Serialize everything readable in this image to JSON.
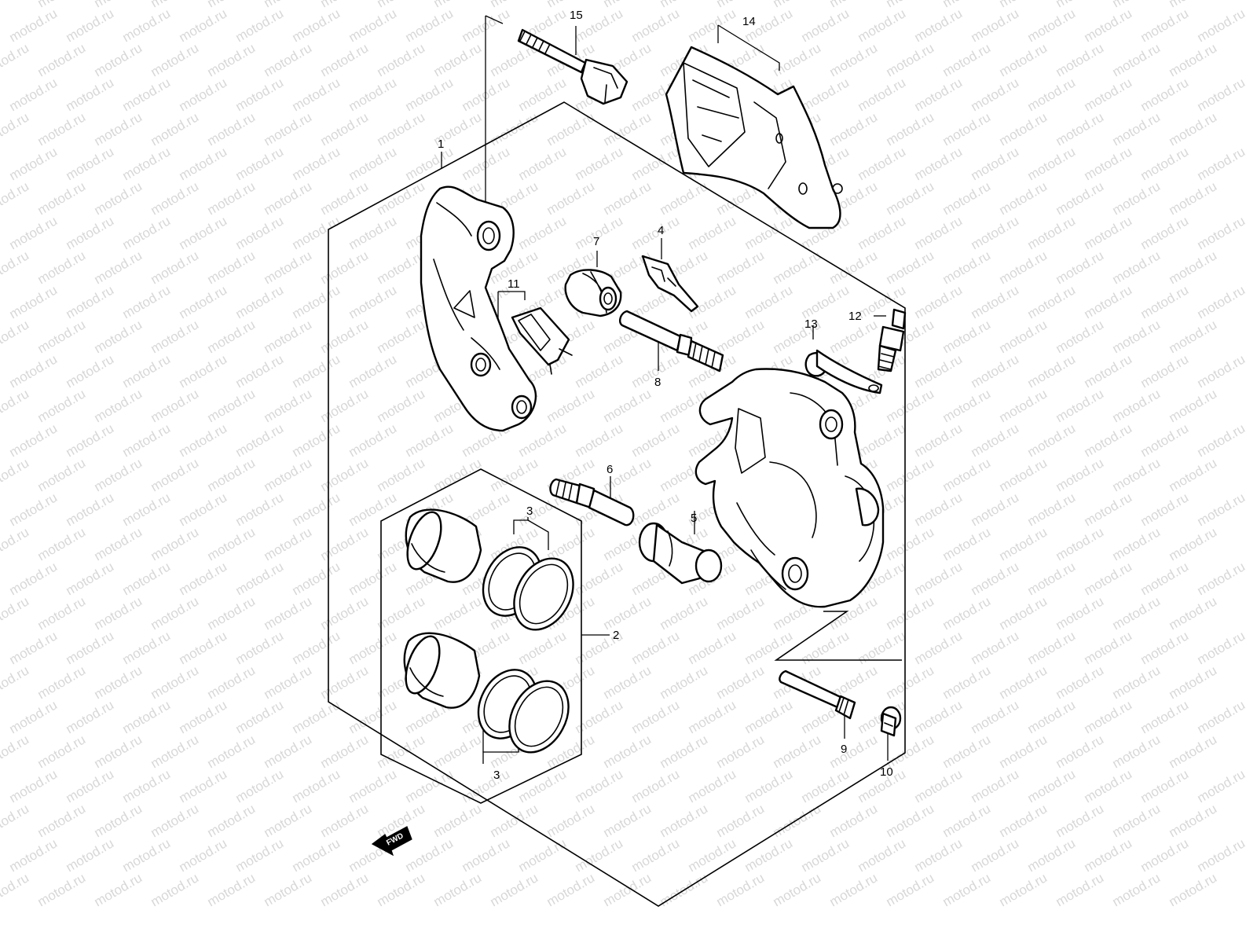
{
  "watermark": {
    "text": "motod.ru",
    "color": "#b8b8b8"
  },
  "direction_indicator": {
    "label": "FWD",
    "icon": "forward-arrow-icon"
  },
  "callouts": {
    "c1": "1",
    "c2": "2",
    "c3a": "3",
    "c3b": "3",
    "c4": "4",
    "c5": "5",
    "c6": "6",
    "c7": "7",
    "c8": "8",
    "c9": "9",
    "c10": "10",
    "c11": "11",
    "c12": "12",
    "c13": "13",
    "c14": "14",
    "c15": "15"
  },
  "colors": {
    "line": "#000000",
    "background": "#ffffff"
  }
}
